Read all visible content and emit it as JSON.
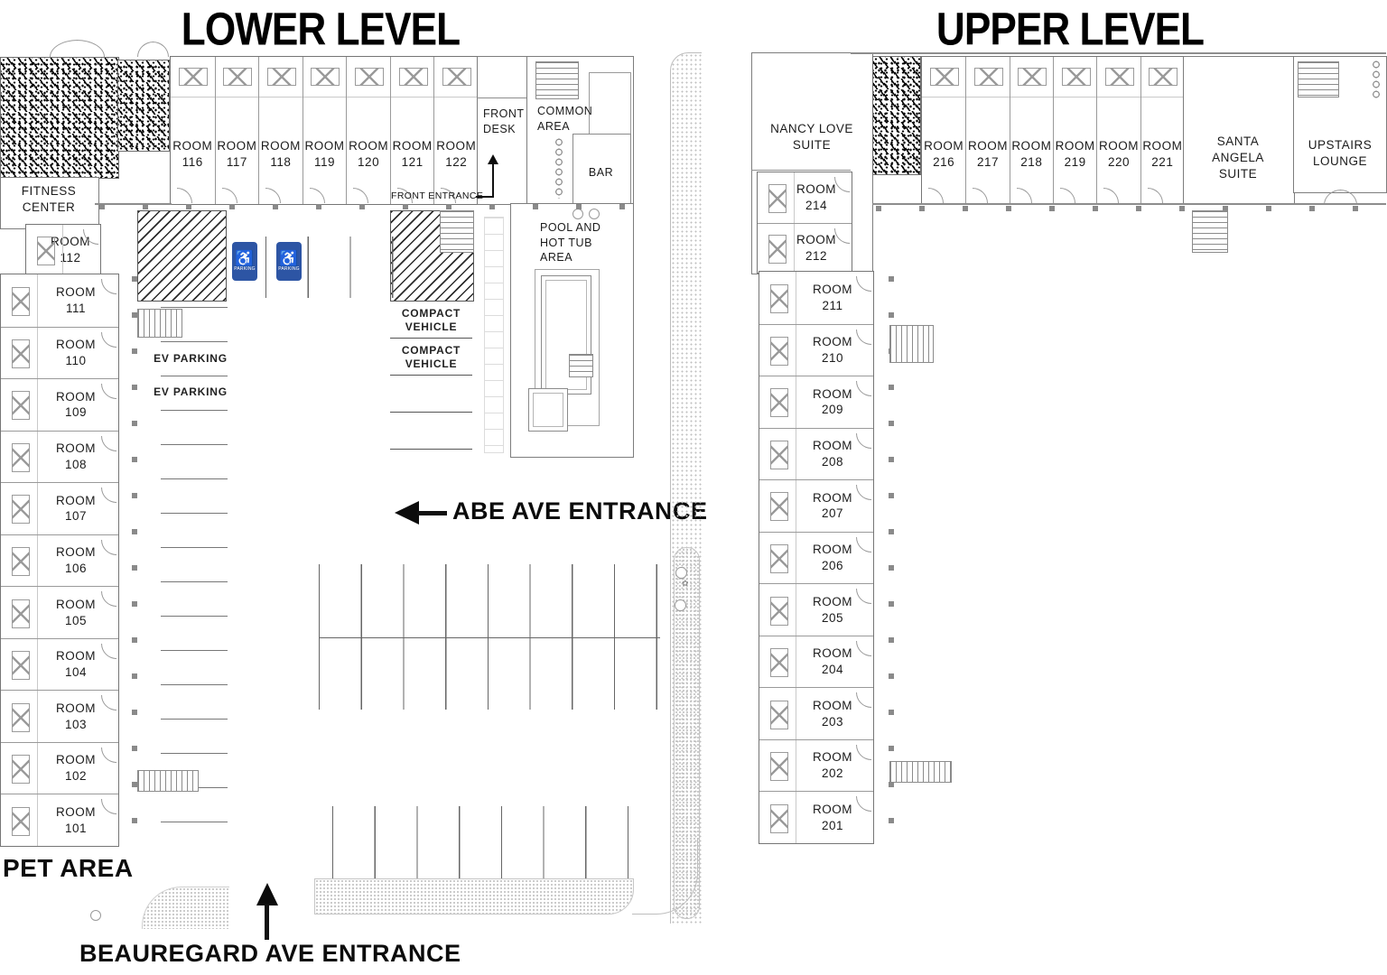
{
  "room_prefix": "ROOM",
  "colors": {
    "handicap_blue": "#2d55a4",
    "ink": "#0c0c0c",
    "wall_gray": "#7d7d7d"
  },
  "lower": {
    "title": "LOWER LEVEL",
    "top_rooms": [
      "116",
      "117",
      "118",
      "119",
      "120",
      "121",
      "122"
    ],
    "room_112": [
      "112"
    ],
    "left_rooms": [
      "111",
      "110",
      "109",
      "108",
      "107",
      "106",
      "105",
      "104",
      "103",
      "102",
      "101"
    ],
    "fitness_center": "FITNESS\nCENTER",
    "front_desk": "FRONT\nDESK",
    "common_area": "COMMON\nAREA",
    "bar": "BAR",
    "pool": "POOL AND\nHOT TUB\nAREA",
    "front_entrance": "FRONT ENTRANCE",
    "compact_vehicle": "COMPACT\nVEHICLE",
    "ev_parking": "EV PARKING",
    "abe_entrance": "ABE AVE ENTRANCE",
    "beauregard_entrance": "BEAUREGARD AVE ENTRANCE",
    "pet_area": "PET AREA",
    "handicap_sign": "PARKING"
  },
  "upper": {
    "title": "UPPER LEVEL",
    "nancy_suite": "NANCY LOVE\nSUITE",
    "nancy_rooms": [
      "214",
      "212"
    ],
    "top_rooms": [
      "216",
      "217",
      "218",
      "219",
      "220",
      "221"
    ],
    "santa_suite": "SANTA\nANGELA\nSUITE",
    "upstairs_lounge": "UPSTAIRS\nLOUNGE",
    "left_rooms": [
      "211",
      "210",
      "209",
      "208",
      "207",
      "206",
      "205",
      "204",
      "203",
      "202",
      "201"
    ]
  }
}
